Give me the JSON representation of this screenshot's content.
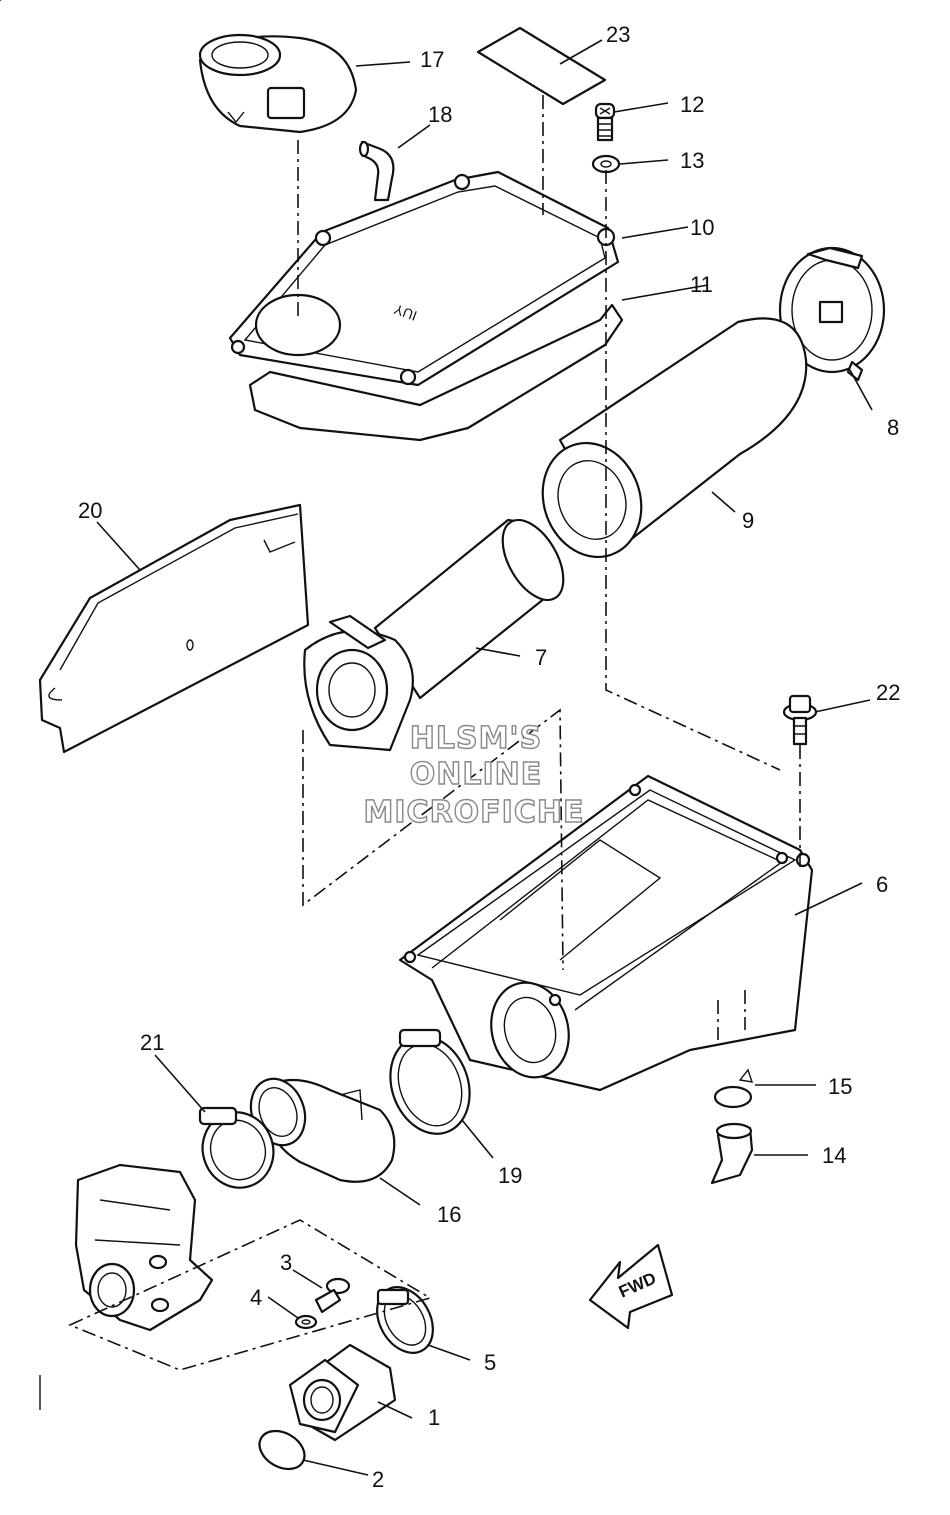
{
  "callouts": [
    "1",
    "2",
    "3",
    "4",
    "5",
    "6",
    "7",
    "8",
    "9",
    "10",
    "11",
    "12",
    "13",
    "14",
    "15",
    "16",
    "17",
    "18",
    "19",
    "20",
    "21",
    "22",
    "23"
  ],
  "watermark": [
    "HLSM'S",
    "ONLINE",
    "MICROFICHE"
  ],
  "cover_marking": "IUY",
  "direction_label": "FWD"
}
